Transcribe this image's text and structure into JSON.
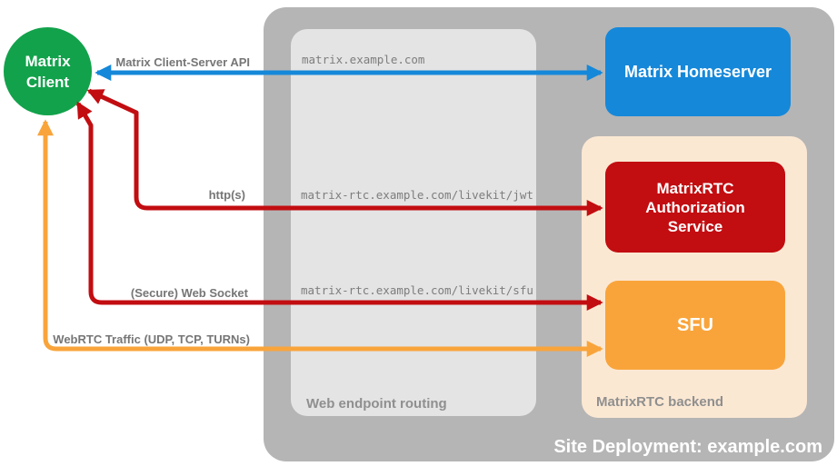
{
  "diagram": {
    "site_label": "Site Deployment: example.com",
    "client": {
      "label": "Matrix Client"
    },
    "routing_zone": {
      "label": "Web endpoint routing"
    },
    "backend_zone": {
      "label": "MatrixRTC backend"
    },
    "nodes": {
      "homeserver": "Matrix Homeserver",
      "auth_service": "MatrixRTC Authorization Service",
      "sfu": "SFU"
    },
    "connections": [
      {
        "label": "Matrix Client-Server API",
        "endpoint": "matrix.example.com",
        "from": "Matrix Client",
        "to": "Matrix Homeserver",
        "color": "#1588D9"
      },
      {
        "label": "http(s)",
        "endpoint": "matrix-rtc.example.com/livekit/jwt",
        "from": "Matrix Client",
        "to": "MatrixRTC Authorization Service",
        "color": "#C20D11"
      },
      {
        "label": "(Secure) Web Socket",
        "endpoint": "matrix-rtc.example.com/livekit/sfu",
        "from": "Matrix Client",
        "to": "SFU",
        "color": "#C20D11"
      },
      {
        "label": "WebRTC Traffic (UDP, TCP, TURNs)",
        "from": "Matrix Client",
        "to": "SFU",
        "color": "#F9A43B"
      }
    ],
    "colors": {
      "client_green": "#12A24B",
      "homeserver_blue": "#1588D9",
      "service_red": "#C20D11",
      "sfu_orange": "#F9A43B",
      "backend_peach": "#FBE8D3",
      "site_gray": "#B5B5B5",
      "routing_gray": "#E4E4E4"
    }
  }
}
